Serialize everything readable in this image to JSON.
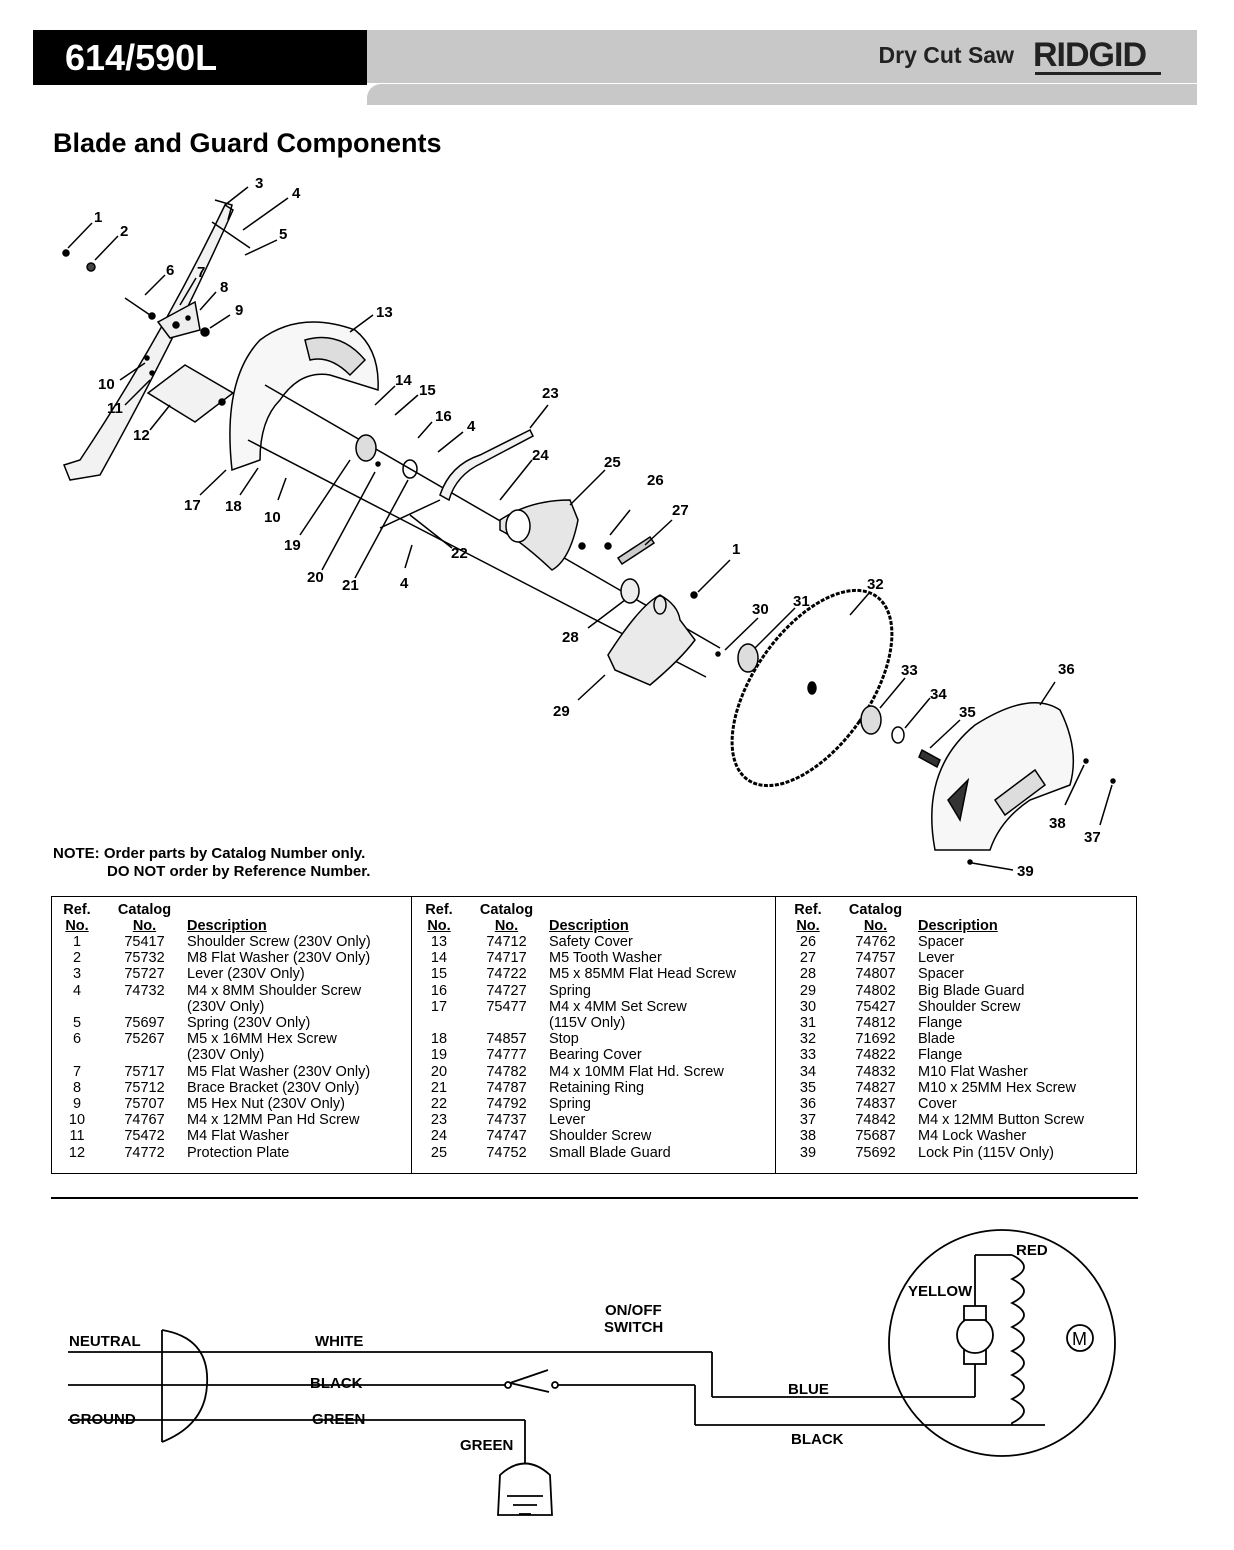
{
  "header": {
    "model": "614/590L",
    "product": "Dry Cut Saw",
    "brand": "RIDGID"
  },
  "section_title": "Blade and Guard Components",
  "callouts": [
    "1",
    "2",
    "3",
    "4",
    "5",
    "6",
    "7",
    "8",
    "9",
    "10",
    "11",
    "12",
    "13",
    "14",
    "15",
    "16",
    "4",
    "17",
    "18",
    "10",
    "19",
    "20",
    "21",
    "4",
    "22",
    "23",
    "24",
    "25",
    "26",
    "27",
    "1",
    "28",
    "29",
    "30",
    "31",
    "32",
    "33",
    "34",
    "35",
    "36",
    "37",
    "38",
    "39"
  ],
  "note": {
    "line1": "NOTE: Order parts by Catalog Number only.",
    "line2": "DO NOT order by Reference Number."
  },
  "table": {
    "headers": {
      "ref_top": "Ref.",
      "ref_bottom": "No.",
      "cat_top": "Catalog",
      "cat_bottom": "No.",
      "desc": "Description"
    },
    "columns": [
      [
        {
          "ref": "1",
          "cat": "75417",
          "desc": "Shoulder Screw (230V Only)"
        },
        {
          "ref": "2",
          "cat": "75732",
          "desc": "M8 Flat Washer (230V Only)"
        },
        {
          "ref": "3",
          "cat": "75727",
          "desc": "Lever (230V Only)"
        },
        {
          "ref": "4",
          "cat": "74732",
          "desc": "M4 x 8MM Shoulder Screw"
        },
        {
          "ref": "",
          "cat": "",
          "desc": "(230V Only)"
        },
        {
          "ref": "5",
          "cat": "75697",
          "desc": "Spring (230V Only)"
        },
        {
          "ref": "6",
          "cat": "75267",
          "desc": "M5 x 16MM Hex Screw"
        },
        {
          "ref": "",
          "cat": "",
          "desc": "(230V Only)"
        },
        {
          "ref": "7",
          "cat": "75717",
          "desc": "M5 Flat Washer (230V Only)"
        },
        {
          "ref": "8",
          "cat": "75712",
          "desc": "Brace Bracket (230V Only)"
        },
        {
          "ref": "9",
          "cat": "75707",
          "desc": "M5 Hex Nut (230V Only)"
        },
        {
          "ref": "10",
          "cat": "74767",
          "desc": "M4 x 12MM Pan Hd Screw"
        },
        {
          "ref": "11",
          "cat": "75472",
          "desc": "M4 Flat Washer"
        },
        {
          "ref": "12",
          "cat": "74772",
          "desc": "Protection Plate"
        }
      ],
      [
        {
          "ref": "13",
          "cat": "74712",
          "desc": "Safety Cover"
        },
        {
          "ref": "14",
          "cat": "74717",
          "desc": "M5 Tooth Washer"
        },
        {
          "ref": "15",
          "cat": "74722",
          "desc": "M5 x 85MM Flat Head Screw"
        },
        {
          "ref": "16",
          "cat": "74727",
          "desc": "Spring"
        },
        {
          "ref": "17",
          "cat": "75477",
          "desc": "M4 x 4MM Set Screw"
        },
        {
          "ref": "",
          "cat": "",
          "desc": "(115V Only)"
        },
        {
          "ref": "18",
          "cat": "74857",
          "desc": "Stop"
        },
        {
          "ref": "19",
          "cat": "74777",
          "desc": "Bearing Cover"
        },
        {
          "ref": "20",
          "cat": "74782",
          "desc": "M4 x 10MM Flat Hd. Screw"
        },
        {
          "ref": "21",
          "cat": "74787",
          "desc": "Retaining Ring"
        },
        {
          "ref": "22",
          "cat": "74792",
          "desc": "Spring"
        },
        {
          "ref": "23",
          "cat": "74737",
          "desc": "Lever"
        },
        {
          "ref": "24",
          "cat": "74747",
          "desc": "Shoulder Screw"
        },
        {
          "ref": "25",
          "cat": "74752",
          "desc": "Small Blade Guard"
        }
      ],
      [
        {
          "ref": "26",
          "cat": "74762",
          "desc": "Spacer"
        },
        {
          "ref": "27",
          "cat": "74757",
          "desc": "Lever"
        },
        {
          "ref": "28",
          "cat": "74807",
          "desc": "Spacer"
        },
        {
          "ref": "29",
          "cat": "74802",
          "desc": "Big Blade Guard"
        },
        {
          "ref": "30",
          "cat": "75427",
          "desc": "Shoulder Screw"
        },
        {
          "ref": "31",
          "cat": "74812",
          "desc": "Flange"
        },
        {
          "ref": "32",
          "cat": "71692",
          "desc": "Blade"
        },
        {
          "ref": "33",
          "cat": "74822",
          "desc": "Flange"
        },
        {
          "ref": "34",
          "cat": "74832",
          "desc": "M10 Flat Washer"
        },
        {
          "ref": "35",
          "cat": "74827",
          "desc": "M10 x 25MM Hex Screw"
        },
        {
          "ref": "36",
          "cat": "74837",
          "desc": "Cover"
        },
        {
          "ref": "37",
          "cat": "74842",
          "desc": "M4 x 12MM Button Screw"
        },
        {
          "ref": "38",
          "cat": "75687",
          "desc": "M4 Lock Washer"
        },
        {
          "ref": "39",
          "cat": "75692",
          "desc": "Lock Pin (115V Only)"
        }
      ]
    ]
  },
  "wiring": {
    "neutral": "NEUTRAL",
    "ground": "GROUND",
    "white": "WHITE",
    "black_in": "BLACK",
    "green_in": "GREEN",
    "switch_l1": "ON/OFF",
    "switch_l2": "SWITCH",
    "green_gnd": "GREEN",
    "blue": "BLUE",
    "black_out": "BLACK",
    "red": "RED",
    "yellow": "YELLOW",
    "motor": "M"
  }
}
